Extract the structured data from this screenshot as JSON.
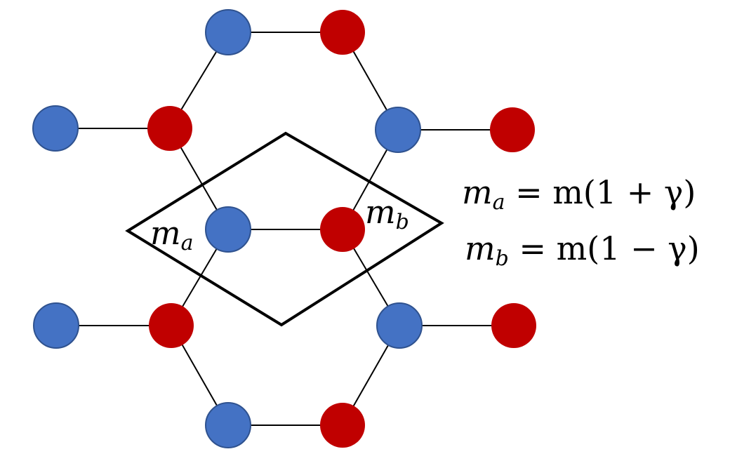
{
  "colors": {
    "site_a": "#4472c4",
    "site_b": "#c00000",
    "site_a_stroke": "#2f528f",
    "bond": "#000000",
    "cell": "#000000"
  },
  "labels": {
    "ma_main": "m",
    "ma_sub": "a",
    "mb_main": "m",
    "mb_sub": "b"
  },
  "equations": {
    "eq_a_lhs": "m",
    "eq_a_lhs_sub": "a",
    "eq_a_rhs": " = m(1 + γ)",
    "eq_b_lhs": "m",
    "eq_b_lhs_sub": "b",
    "eq_b_rhs": " = m(1 − γ)"
  }
}
